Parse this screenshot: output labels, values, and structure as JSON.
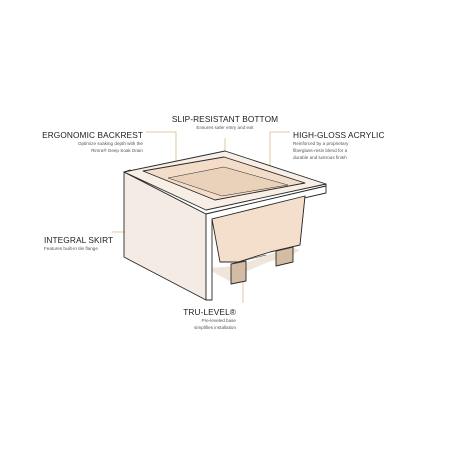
{
  "colors": {
    "leader": "#d9b98a",
    "outline": "#2a2a2a",
    "interior": "#f1dcc6",
    "shadow": "#d9c2ad"
  },
  "callouts": {
    "slip": {
      "title": "SLIP-RESISTANT BOTTOM",
      "desc": [
        "Ensures safer entry and exit"
      ]
    },
    "backrest": {
      "title": "ERGONOMIC BACKREST",
      "desc": [
        "Optimize soaking depth with the",
        "Rimra® Deep Soak Drain"
      ]
    },
    "gloss": {
      "title": "HIGH-GLOSS ACRYLIC",
      "desc": [
        "Reinforced by a proprietary",
        "fiberglass-resin blend for a",
        "durable and lustrous finish"
      ]
    },
    "skirt": {
      "title": "INTEGRAL SKIRT",
      "desc": [
        "Features built-in tile flange"
      ]
    },
    "level": {
      "title": "TRU-LEVEL®",
      "desc": [
        "Pre-leveled base",
        "simplifies installation"
      ]
    }
  }
}
